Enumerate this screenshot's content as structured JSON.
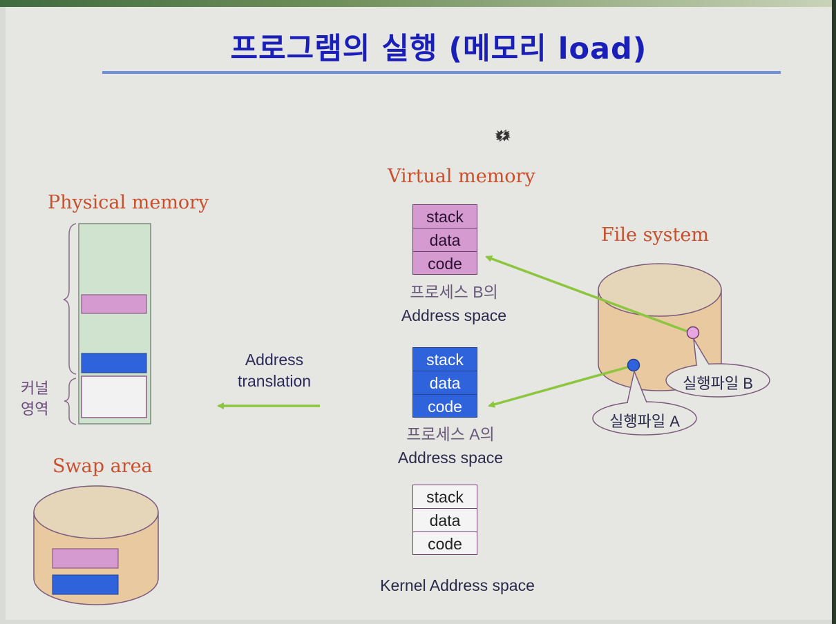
{
  "title": "프로그램의 실행 (메모리 load)",
  "labels": {
    "virtual_memory": "Virtual memory",
    "physical_memory": "Physical memory",
    "file_system": "File system",
    "swap_area": "Swap area",
    "kernel_region_line1": "커널",
    "kernel_region_line2": "영역",
    "address_translation_line1": "Address",
    "address_translation_line2": "translation",
    "process_b_line1": "프로세스 B의",
    "process_b_line2": "Address space",
    "process_a_line1": "프로세스 A의",
    "process_a_line2": "Address space",
    "kernel_address_space": "Kernel Address space",
    "exec_file_a": "실행파일 A",
    "exec_file_b": "실행파일 B"
  },
  "segments": {
    "process_b": [
      "stack",
      "data",
      "code"
    ],
    "process_a": [
      "stack",
      "data",
      "code"
    ],
    "kernel": [
      "stack",
      "data",
      "code"
    ]
  },
  "colors": {
    "title": "#1a1fb8",
    "section_label": "#c8502d",
    "pink_segment": "#d59ad0",
    "blue_segment": "#2f63dc",
    "arrow": "#8cc63f",
    "physical_memory_fill": "#cfe3cf",
    "disk_fill": "#e8c9a0"
  }
}
